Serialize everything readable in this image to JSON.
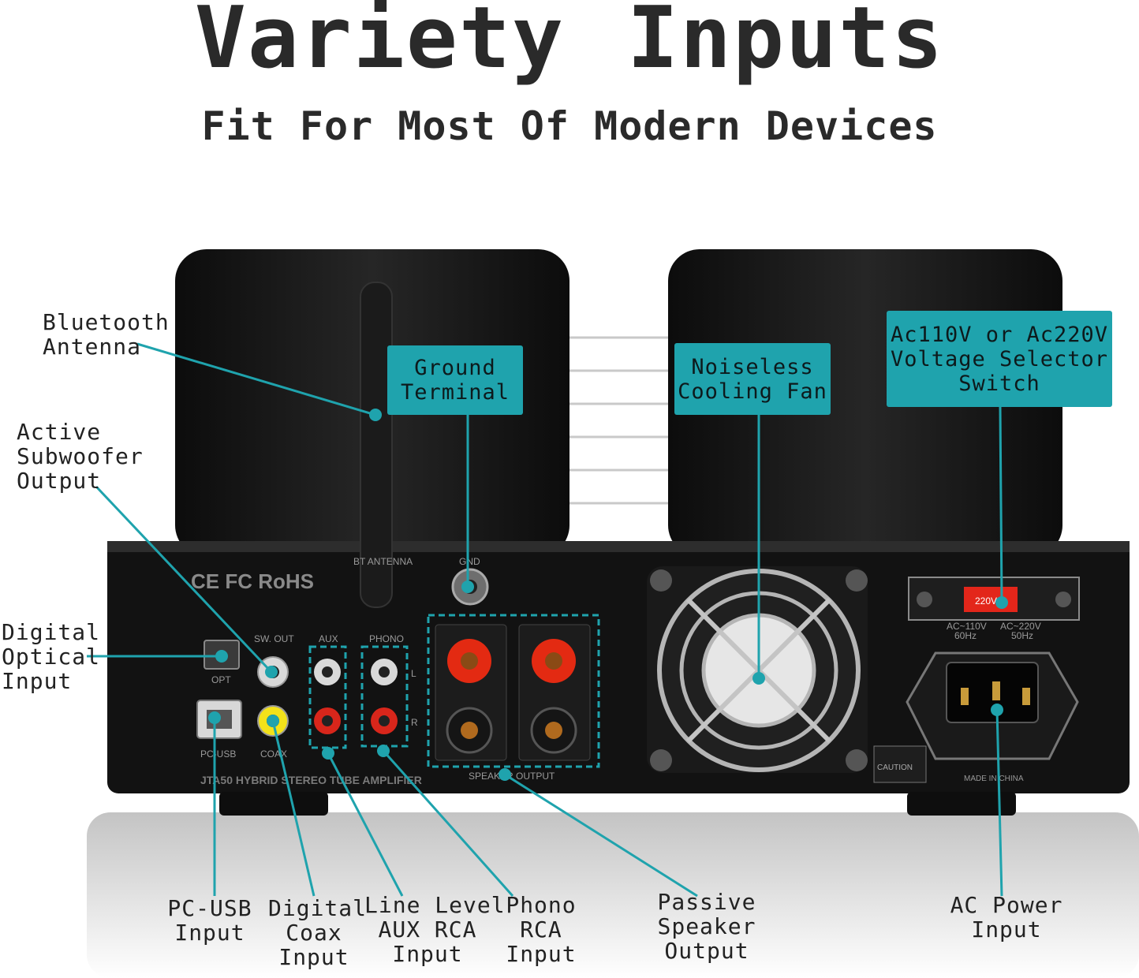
{
  "header": {
    "title": "Variety  Inputs",
    "subtitle": "Fit For Most Of Modern Devices"
  },
  "labels": {
    "bluetooth_antenna": "Bluetooth\nAntenna",
    "active_subwoofer": "Active\nSubwoofer\nOutput",
    "digital_optical": "Digital\nOptical\nInput",
    "pc_usb": "PC-USB\nInput",
    "digital_coax": "Digital\nCoax\nInput",
    "line_level_aux": "Line Level\nAUX RCA\nInput",
    "phono_rca": "Phono\nRCA\nInput",
    "passive_speaker": "Passive\nSpeaker\nOutput",
    "ac_power": "AC Power\nInput"
  },
  "callouts": {
    "ground_terminal": "Ground\nTerminal",
    "cooling_fan": "Noiseless\nCooling Fan",
    "voltage_selector": "Ac110V or Ac220V\nVoltage Selector\nSwitch"
  },
  "panel": {
    "model": "JTA50 HYBRID STEREO TUBE AMPLIFIER",
    "certs": "CE FC RoHS",
    "bt_antenna": "BT ANTENNA",
    "gnd": "GND",
    "sw_out": "SW. OUT",
    "aux": "AUX",
    "phono": "PHONO",
    "opt": "OPT",
    "pc_usb": "PC-USB",
    "coax": "COAX",
    "speaker_output": "SPEAKER OUTPUT",
    "switch_value": "220V",
    "ac110": "AC~110V",
    "hz60": "60Hz",
    "ac220": "AC~220V",
    "hz50": "50Hz",
    "caution": "CAUTION",
    "made_in": "MADE IN CHINA",
    "ch_l": "L",
    "ch_r": "R"
  },
  "colors": {
    "accent": "#1fa3ad",
    "chassis": "#141414",
    "speaker_red": "#e32a12"
  }
}
